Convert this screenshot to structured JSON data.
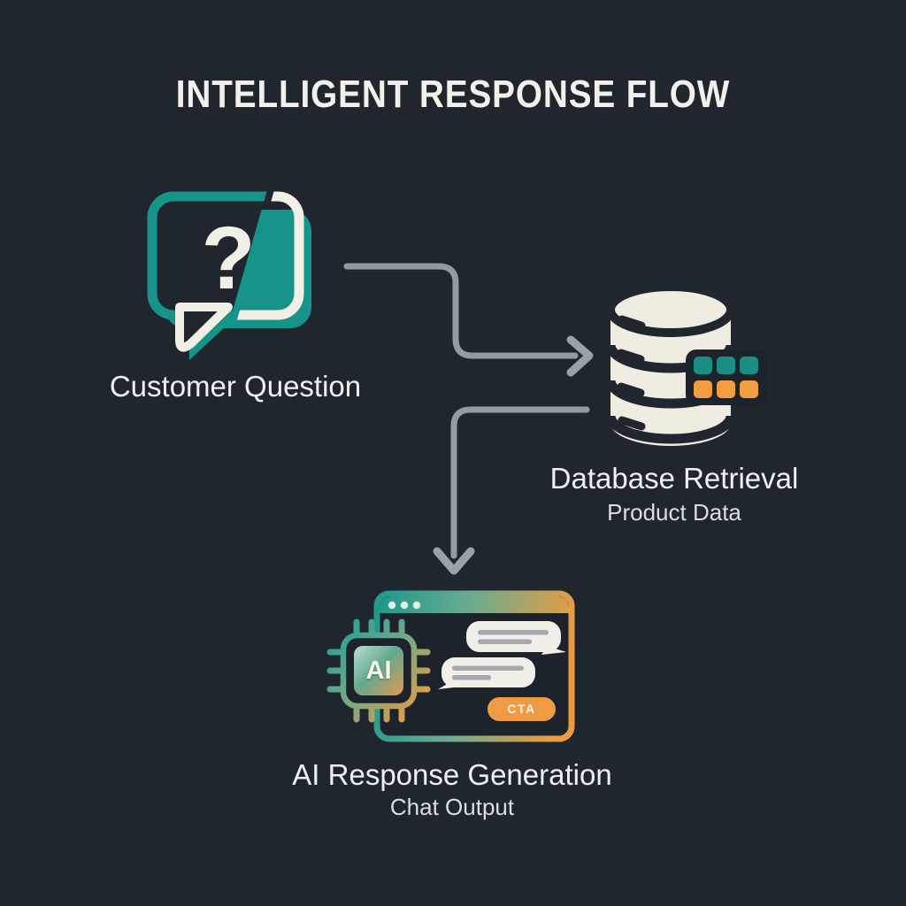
{
  "title": "INTELLIGENT RESPONSE FLOW",
  "nodes": {
    "customer_question": {
      "label": "Customer Question",
      "icon": "question-speech-bubble-icon",
      "glyph": "?"
    },
    "database_retrieval": {
      "label": "Database Retrieval",
      "sublabel": "Product Data",
      "icon": "database-cylinder-icon"
    },
    "ai_response": {
      "label": "AI Response Generation",
      "sublabel": "Chat Output",
      "icon": "ai-chip-chat-window-icon",
      "chip_label": "AI",
      "cta_label": "CTA"
    }
  },
  "flow": [
    {
      "from": "customer_question",
      "to": "database_retrieval",
      "style": "elbow-right-arrow"
    },
    {
      "from": "database_retrieval",
      "to": "ai_response",
      "style": "elbow-down-arrow"
    }
  ],
  "colors": {
    "background": "#20262e",
    "teal": "#17948a",
    "orange": "#f0a042",
    "cream": "#f2efe6",
    "arrow_gray": "#939aa4",
    "panel_dark": "#1d232b",
    "title_text": "#f2f0ea",
    "label_text": "#eef1f3",
    "sublabel_text": "#dbdfe3"
  }
}
